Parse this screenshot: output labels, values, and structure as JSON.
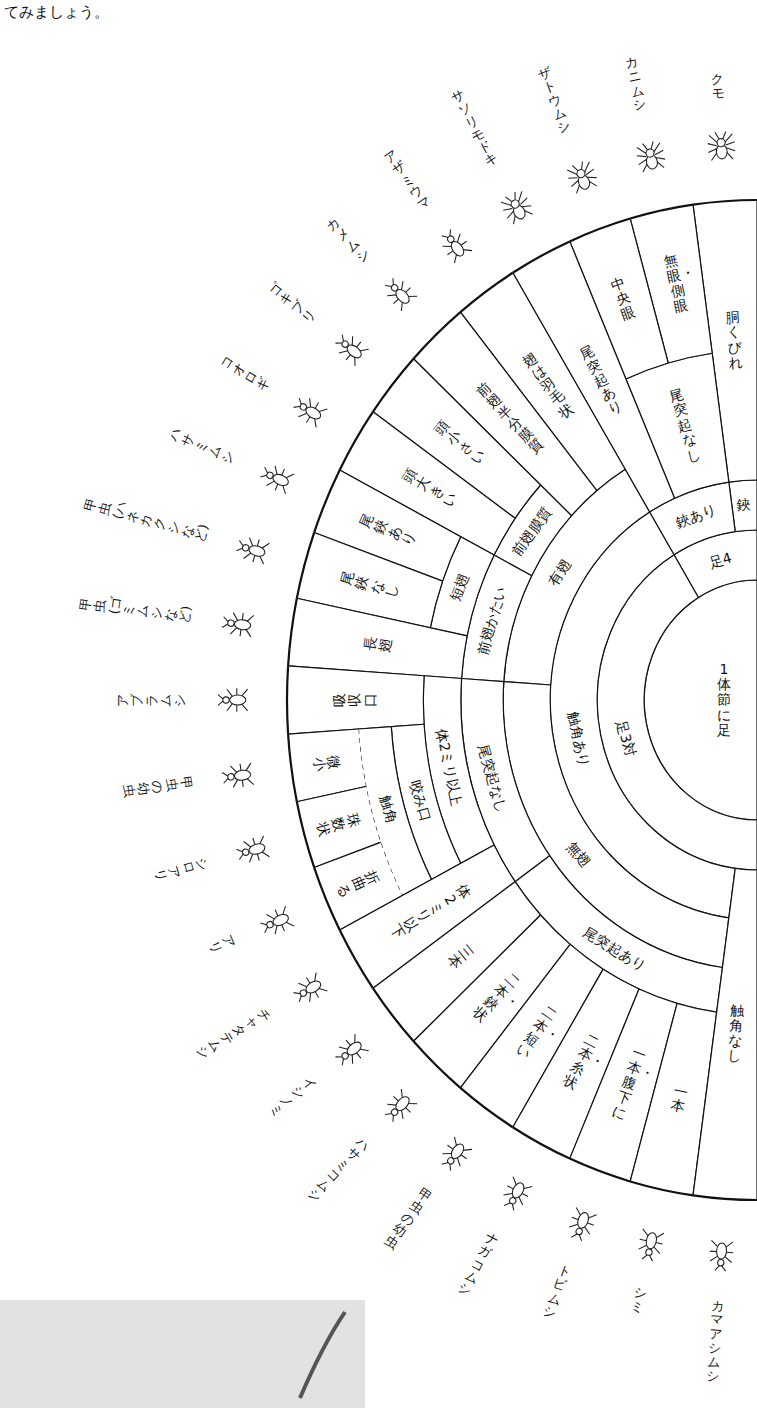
{
  "diagram": {
    "nodes": [
      {
        "text": [
          "1体節に足"
        ]
      },
      {
        "text": [
          "足4"
        ]
      },
      {
        "text": [
          "鋏"
        ]
      },
      {
        "text": [
          "胴くびれ"
        ]
      },
      {
        "text": [
          "鋏あり"
        ]
      },
      {
        "text": [
          "尾突起なし"
        ]
      },
      {
        "text": [
          "無眼・側眼"
        ]
      },
      {
        "text": [
          "中央眼"
        ]
      },
      {
        "text": [
          "尾突起あり"
        ]
      },
      {
        "text": [
          "足3対"
        ]
      },
      {
        "text": [
          "触角あり"
        ]
      },
      {
        "text": [
          "有翅"
        ]
      },
      {
        "text": [
          "翅は羽毛状"
        ]
      },
      {
        "text": [
          "前翅半分膜質"
        ]
      },
      {
        "text": [
          "前翅膜質"
        ]
      },
      {
        "text": [
          "頭小さい"
        ]
      },
      {
        "text": [
          "頭大きい"
        ]
      },
      {
        "text": [
          "前翅かたい"
        ]
      },
      {
        "text": [
          "短翅"
        ]
      },
      {
        "text": [
          "尾鋏あり"
        ]
      },
      {
        "text": [
          "尾鋏なし"
        ]
      },
      {
        "text": [
          "長翅"
        ]
      },
      {
        "text": [
          "無翅"
        ]
      },
      {
        "text": [
          "尾突起なし"
        ]
      },
      {
        "text": [
          "体2ミリ以上"
        ]
      },
      {
        "text": [
          "吸収口"
        ]
      },
      {
        "text": [
          "咬み口"
        ]
      },
      {
        "text": [
          "触角"
        ]
      },
      {
        "text": [
          "微小"
        ]
      },
      {
        "text": [
          "珠数状"
        ]
      },
      {
        "text": [
          "折曲る"
        ]
      },
      {
        "text": [
          "体2ミリ以下"
        ]
      },
      {
        "text": [
          "尾突起あり"
        ]
      },
      {
        "text": [
          "三本"
        ]
      },
      {
        "text": [
          "二本・鋏状"
        ]
      },
      {
        "text": [
          "二本・短い"
        ]
      },
      {
        "text": [
          "二本・糸状"
        ]
      },
      {
        "text": [
          "一本・腹下に"
        ]
      },
      {
        "text": [
          "一本"
        ]
      },
      {
        "text": [
          "触角なし"
        ]
      }
    ],
    "labels": [
      "てみましょう。",
      "クモ",
      "カニムシ",
      "ザトウムシ",
      "サソリモドキ",
      "アザミウマ",
      "カメムシ",
      "ゴキブリ",
      "コオロギ",
      "ハサミムシ",
      "甲虫(ハネカクシなど)",
      "甲虫(ゴミムシなど)",
      "アブラムシ",
      "甲虫の幼虫",
      "シロアリ",
      "アリ",
      "チャタテムシ",
      "イシノミ",
      "ハサミコムシ",
      "甲虫の幼虫",
      "ナガコムシ",
      "トビムシ",
      "シミ",
      "カマアシムシ"
    ]
  }
}
